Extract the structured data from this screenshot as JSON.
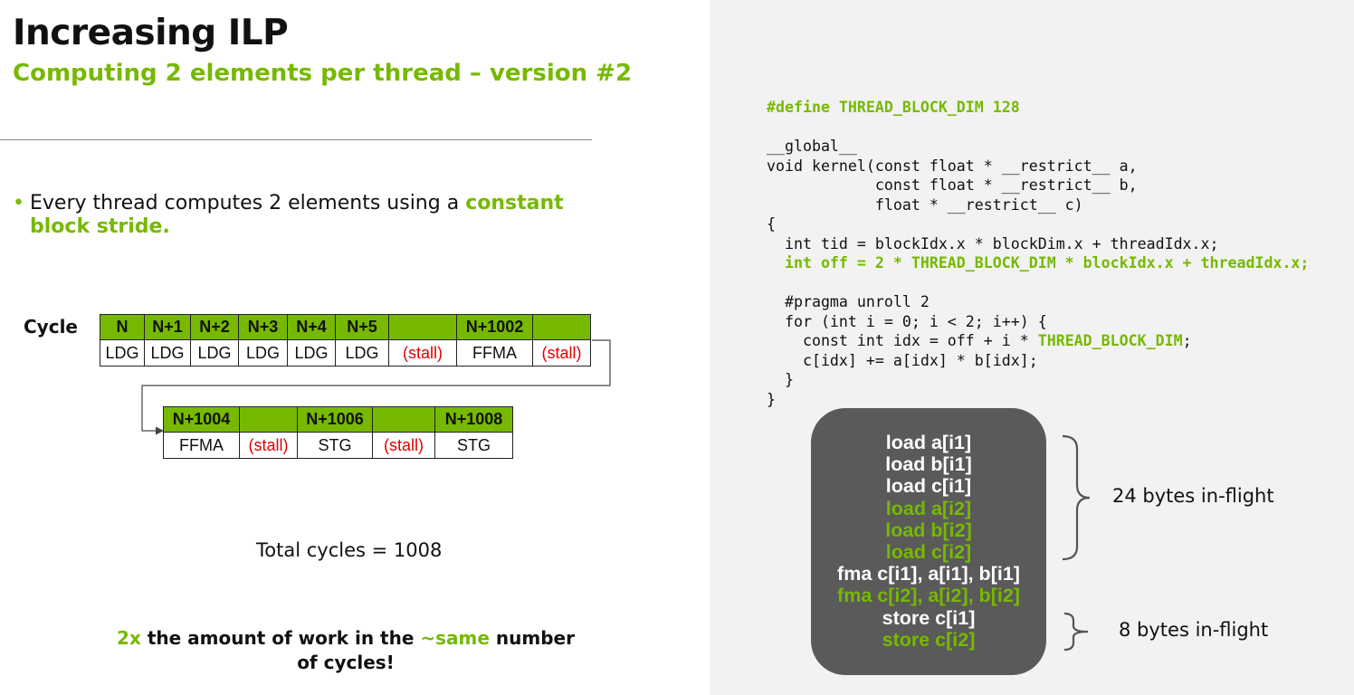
{
  "slide": {
    "title": "Increasing ILP",
    "subtitle": "Computing 2 elements per thread – version #2"
  },
  "bullet": {
    "text": "Every thread computes 2 elements using a ",
    "highlight": "constant block stride."
  },
  "cycle_label": "Cycle",
  "table_row1": {
    "headers": [
      "N",
      "N+1",
      "N+2",
      "N+3",
      "N+4",
      "N+5",
      "",
      "N+1002",
      ""
    ],
    "ops": [
      "LDG",
      "LDG",
      "LDG",
      "LDG",
      "LDG",
      "LDG",
      "(stall)",
      "FFMA",
      "(stall)"
    ]
  },
  "table_row2": {
    "headers": [
      "N+1004",
      "",
      "N+1006",
      "",
      "N+1008"
    ],
    "ops": [
      "FFMA",
      "(stall)",
      "STG",
      "(stall)",
      "STG"
    ]
  },
  "total_cycles": "Total cycles = 1008",
  "summary": {
    "part1": "2x",
    "part2": " the amount of work in the ",
    "part3": "~same",
    "part4": " number of cycles!"
  },
  "code": {
    "define": "#define THREAD_BLOCK_DIM 128",
    "l1": "__global__",
    "l2": "void kernel(const float * __restrict__ a,",
    "l3": "            const float * __restrict__ b,",
    "l4": "            float * __restrict__ c)",
    "l5": "{",
    "l6": "  int tid = blockIdx.x * blockDim.x + threadIdx.x;",
    "l7": "  int off = 2 * THREAD_BLOCK_DIM * blockIdx.x + threadIdx.x;",
    "l8": "  #pragma unroll 2",
    "l9": "  for (int i = 0; i < 2; i++) {",
    "l10a": "    const int idx = off + i * ",
    "l10b": "THREAD_BLOCK_DIM",
    "l10c": ";",
    "l11": "    c[idx] += a[idx] * b[idx];",
    "l12": "  }",
    "l13": "}"
  },
  "ops_box": [
    {
      "text": "load a[i1]",
      "color": "#ffffff"
    },
    {
      "text": "load b[i1]",
      "color": "#ffffff"
    },
    {
      "text": "load c[i1]",
      "color": "#ffffff"
    },
    {
      "text": "load a[i2]",
      "color": "#76b900"
    },
    {
      "text": "load b[i2]",
      "color": "#76b900"
    },
    {
      "text": "load c[i2]",
      "color": "#76b900"
    },
    {
      "text": "fma c[i1], a[i1], b[i1]",
      "color": "#ffffff"
    },
    {
      "text": "fma c[i2], a[i2], b[i2]",
      "color": "#76b900"
    },
    {
      "text": "store c[i1]",
      "color": "#ffffff"
    },
    {
      "text": "store c[i2]",
      "color": "#76b900"
    }
  ],
  "in_flight": {
    "loads": "24 bytes in-flight",
    "stores": "8 bytes in-flight"
  },
  "colors": {
    "accent": "#76b900",
    "stall": "#e00000",
    "box": "#5a5a5a",
    "panel": "#f2f2f2"
  }
}
